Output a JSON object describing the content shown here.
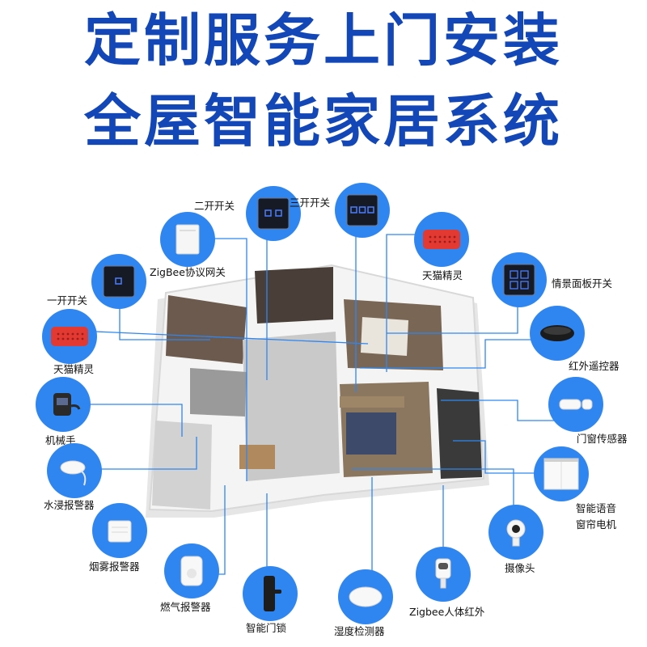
{
  "headline": {
    "line1": "定制服务上门安装",
    "line2": "全屋智能家居系统"
  },
  "colors": {
    "headline": "#1347b8",
    "node": "#2f86f0",
    "connector": "#2f86f0"
  },
  "devices": [
    {
      "id": "switch-2",
      "label": "二开开关",
      "icon": "two-gang-switch-icon"
    },
    {
      "id": "switch-3",
      "label": "三开开关",
      "icon": "three-gang-switch-icon"
    },
    {
      "id": "gateway",
      "label": "ZigBee协议网关",
      "icon": "gateway-icon"
    },
    {
      "id": "speaker-right",
      "label": "天猫精灵",
      "icon": "smart-speaker-icon"
    },
    {
      "id": "switch-1",
      "label": "一开开关",
      "icon": "one-gang-switch-icon"
    },
    {
      "id": "scene-panel",
      "label": "情景面板开关",
      "icon": "scene-panel-icon"
    },
    {
      "id": "speaker-left",
      "label": "天猫精灵",
      "icon": "smart-speaker-icon"
    },
    {
      "id": "ir-remote",
      "label": "红外遥控器",
      "icon": "ir-remote-icon"
    },
    {
      "id": "robot-arm",
      "label": "机械手",
      "icon": "robot-arm-icon"
    },
    {
      "id": "door-sensor",
      "label": "门窗传感器",
      "icon": "door-sensor-icon"
    },
    {
      "id": "water-alarm",
      "label": "水浸报警器",
      "icon": "water-leak-icon"
    },
    {
      "id": "curtain-motor",
      "label_line1": "智能语音",
      "label_line2": "窗帘电机",
      "icon": "curtain-motor-icon"
    },
    {
      "id": "smoke-alarm",
      "label": "烟雾报警器",
      "icon": "smoke-detector-icon"
    },
    {
      "id": "camera",
      "label": "摄像头",
      "icon": "camera-icon"
    },
    {
      "id": "gas-alarm",
      "label": "燃气报警器",
      "icon": "gas-detector-icon"
    },
    {
      "id": "door-lock",
      "label": "智能门锁",
      "icon": "door-lock-icon"
    },
    {
      "id": "humidity",
      "label": "湿度检测器",
      "icon": "humidity-sensor-icon"
    },
    {
      "id": "pir",
      "label": "Zigbee人体红外",
      "icon": "motion-sensor-icon"
    }
  ]
}
